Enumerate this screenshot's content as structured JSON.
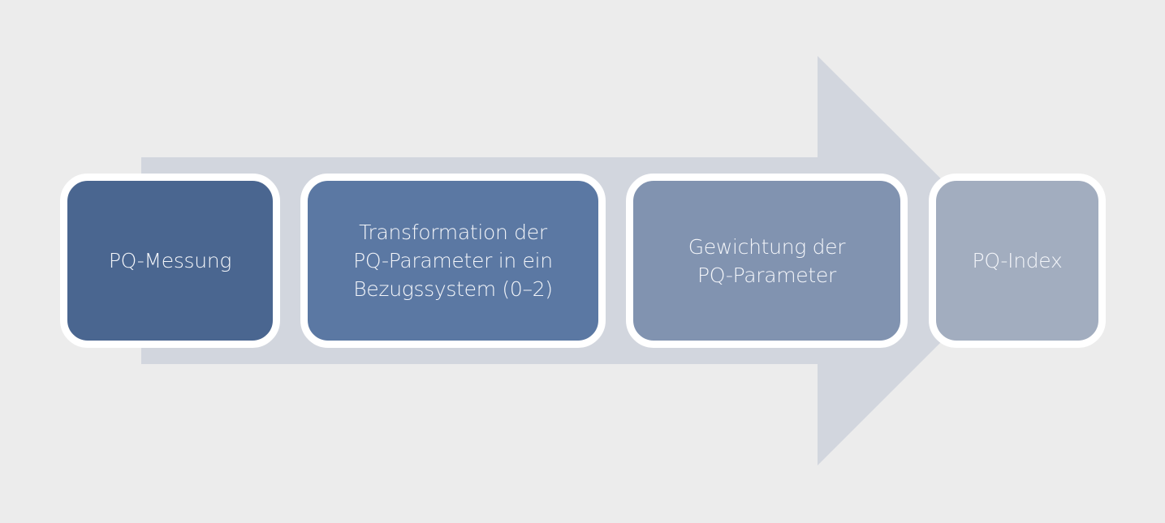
{
  "diagram": {
    "type": "process-flow",
    "direction": "left-to-right",
    "background_color": "#ececec",
    "arrow_color": "#d2d6de",
    "steps": [
      {
        "label": "PQ-Messung",
        "color": "#4a6690"
      },
      {
        "label": "Transformation der\nPQ-Parameter in ein\nBezugssystem (0–2)",
        "color": "#5b78a3"
      },
      {
        "label": "Gewichtung der\nPQ-Parameter",
        "color": "#8193b0"
      },
      {
        "label": "PQ-Index",
        "color": "#a2adbf"
      }
    ]
  }
}
